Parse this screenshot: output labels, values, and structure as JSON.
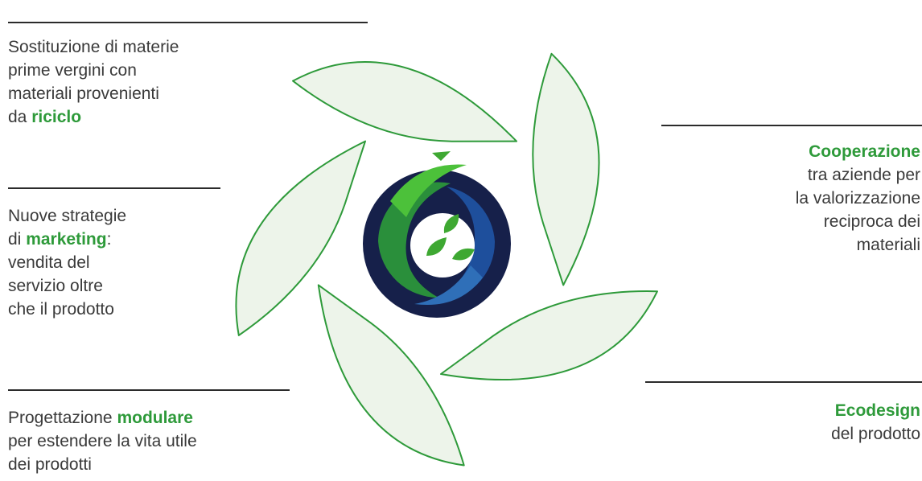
{
  "colors": {
    "accent": "#2e9a3a",
    "petal_fill": "#edf4ea",
    "petal_stroke": "#2e9a3a",
    "text": "#3a3a3a",
    "logo_blue": "#1e4f9c",
    "logo_navy": "#16204a",
    "logo_green": "#3ea832"
  },
  "blocks": {
    "riciclo": {
      "lines": [
        "Sostituzione di materie",
        "prime vergini con",
        "materiali provenienti"
      ],
      "pre": "da ",
      "highlight": "riciclo"
    },
    "marketing": {
      "pre": "Nuove strategie",
      "pre2": "di ",
      "highlight": "marketing",
      "post": ":",
      "lines": [
        "vendita del",
        "servizio oltre",
        "che il prodotto"
      ]
    },
    "modulare": {
      "pre": "Progettazione ",
      "highlight": "modulare",
      "lines": [
        "per estendere la vita utile",
        "dei prodotti"
      ]
    },
    "cooperazione": {
      "highlight": "Cooperazione",
      "lines": [
        "tra aziende per",
        "la valorizzazione",
        "reciproca dei",
        "materiali"
      ]
    },
    "ecodesign": {
      "highlight": "Ecodesign",
      "lines": [
        "del prodotto"
      ]
    }
  }
}
